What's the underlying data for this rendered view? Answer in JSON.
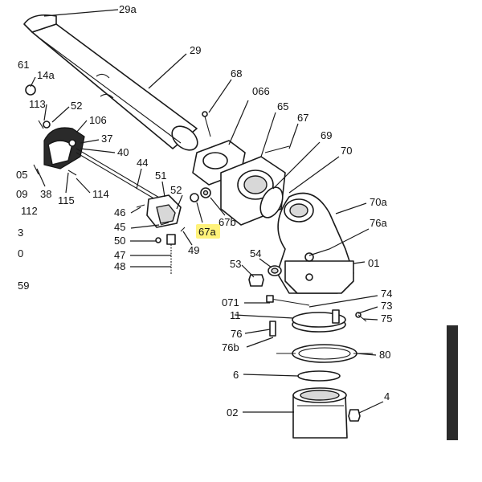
{
  "labels": {
    "l_29a": "29a",
    "l_29": "29",
    "l_61": "61",
    "l_14a": "14a",
    "l_113": "113",
    "l_52a": "52",
    "l_106": "106",
    "l_37": "37",
    "l_40": "40",
    "l_05": "05",
    "l_09": "09",
    "l_112": "112",
    "l_38": "38",
    "l_115": "115",
    "l_114": "114",
    "l_44": "44",
    "l_3": "3",
    "l_0": "0",
    "l_59": "59",
    "l_46": "46",
    "l_45": "45",
    "l_50": "50",
    "l_47": "47",
    "l_48": "48",
    "l_51": "51",
    "l_52b": "52",
    "l_49": "49",
    "l_67a": "67a",
    "l_68": "68",
    "l_066": "066",
    "l_65": "65",
    "l_67": "67",
    "l_69": "69",
    "l_70": "70",
    "l_67b": "67b",
    "l_70a": "70a",
    "l_76a": "76a",
    "l_01": "01",
    "l_53": "53",
    "l_54": "54",
    "l_071": "071",
    "l_74": "74",
    "l_73": "73",
    "l_11": "11",
    "l_75": "75",
    "l_76": "76",
    "l_76b": "76b",
    "l_80": "80",
    "l_6": "6",
    "l_4": "4",
    "l_02": "02"
  },
  "highlight_color": "#fff27a",
  "line_color": "#1a1a1a"
}
